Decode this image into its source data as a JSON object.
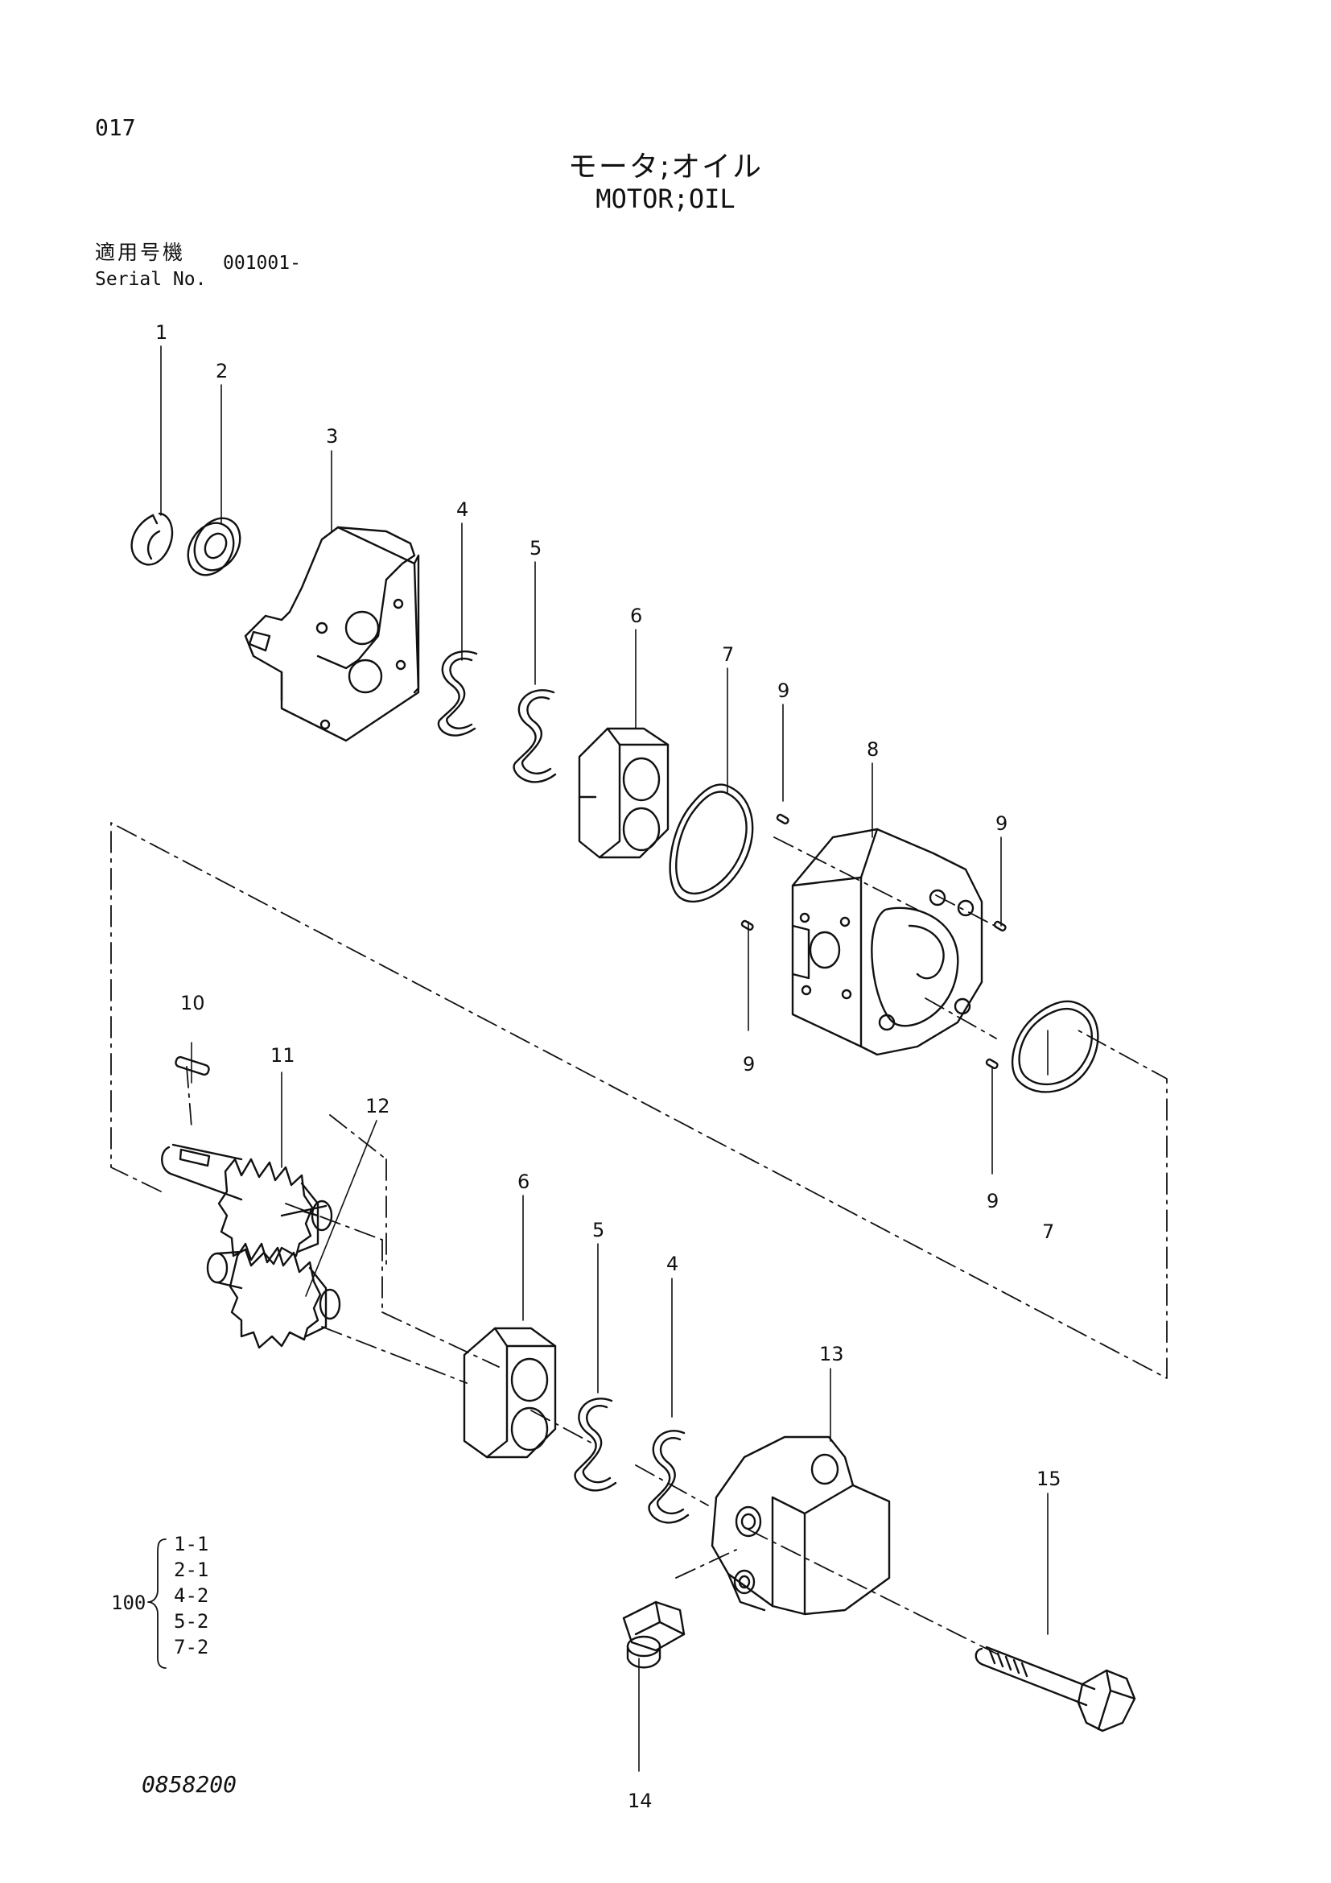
{
  "page_number": "017",
  "title_jp": "モータ;オイル",
  "title_en": "MOTOR;OIL",
  "serial": {
    "label_jp": "適用号機",
    "label_en": "Serial No.",
    "value": "001001-"
  },
  "callouts": {
    "c1": "1",
    "c2": "2",
    "c3": "3",
    "c4a": "4",
    "c5a": "5",
    "c6a": "6",
    "c7a": "7",
    "c8": "8",
    "c9a": "9",
    "c9b": "9",
    "c9c": "9",
    "c9d": "9",
    "c7b": "7",
    "c10": "10",
    "c11": "11",
    "c12": "12",
    "c6b": "6",
    "c5b": "5",
    "c4b": "4",
    "c13": "13",
    "c15": "15",
    "c14": "14"
  },
  "kit": {
    "number": "100",
    "items": [
      "1-1",
      "2-1",
      "4-2",
      "5-2",
      "7-2"
    ]
  },
  "doc_code": "0858200"
}
